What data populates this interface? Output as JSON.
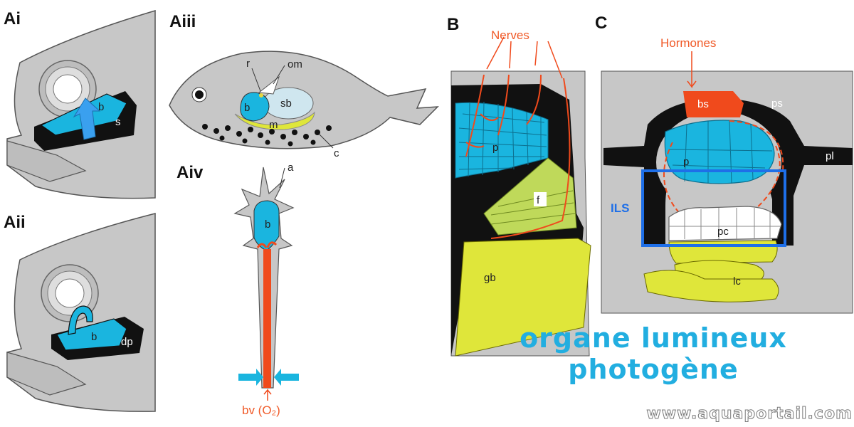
{
  "panels": {
    "ai": "Ai",
    "aii": "Aii",
    "aiii": "Aiii",
    "aiv": "Aiv",
    "b": "B",
    "c": "C"
  },
  "labels": {
    "ai_b": "b",
    "ai_s": "s",
    "aii_b": "b",
    "aii_dp": "dp",
    "aiii_r": "r",
    "aiii_om": "om",
    "aiii_b": "b",
    "aiii_sb": "sb",
    "aiii_m": "m",
    "aiii_c": "c",
    "aiv_a": "a",
    "aiv_b": "b",
    "aiv_bv": "bv (O₂)",
    "b_nerves": "Nerves",
    "b_p": "p",
    "b_f": "f",
    "b_gb": "gb",
    "c_hormones": "Hormones",
    "c_bs": "bs",
    "c_ps": "ps",
    "c_p": "p",
    "c_pl": "pl",
    "c_ils": "ILS",
    "c_pc": "pc",
    "c_lc": "lc"
  },
  "title": {
    "line1": "organe lumineux",
    "line2": "photogène"
  },
  "website": "www.aquaportail.com",
  "colors": {
    "grey": "#c7c7c7",
    "black": "#111111",
    "cyan": "#1ab5df",
    "yellow": "#dfe63a",
    "red": "#f04a1c",
    "blue": "#1e6fe8"
  }
}
